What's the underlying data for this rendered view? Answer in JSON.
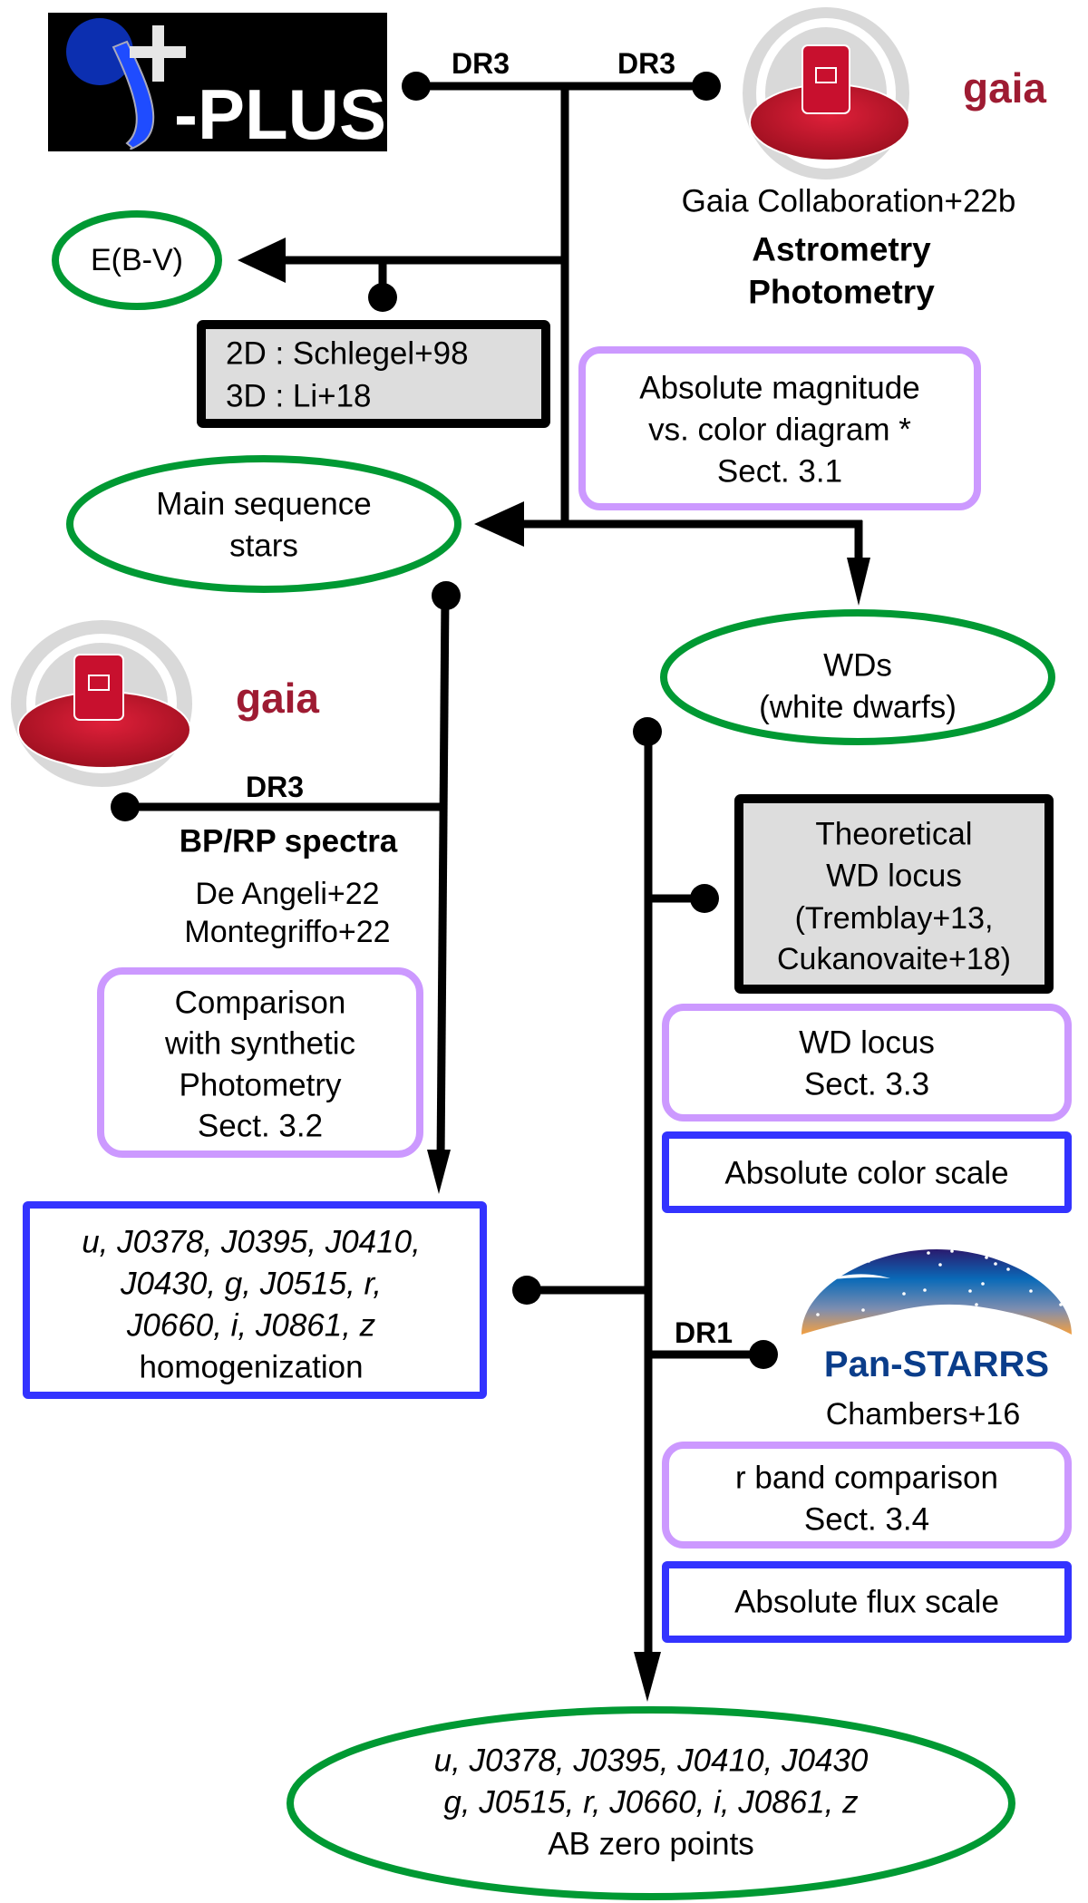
{
  "colors": {
    "result_ellipse": "#009933",
    "analysis_box": "#cc99ff",
    "calibration_box": "#3333ff",
    "external_data_box": "#dddddd",
    "gaia_red": "#9e1b32",
    "panstarrs_blue": "#0a3d8a"
  },
  "logos": {
    "splus": {
      "text": "-PLUS",
      "icon": "splus-logo"
    },
    "gaia_top": {
      "text": "gaia",
      "icon": "gaia-logo"
    },
    "gaia_left": {
      "text": "gaia",
      "icon": "gaia-logo"
    },
    "panstarrs": {
      "text": "Pan-STARRS",
      "icon": "panstarrs-logo"
    }
  },
  "labels": {
    "splus_dr": "DR3",
    "gaia_top_dr": "DR3",
    "gaia_left_dr": "DR3",
    "panstarrs_dr": "DR1",
    "gaia_top_ref": "Gaia Collaboration+22b",
    "gaia_top_products": [
      "Astrometry",
      "Photometry"
    ],
    "gaia_left_product": "BP/RP spectra",
    "gaia_left_refs": [
      "De Angeli+22",
      "Montegriffo+22"
    ],
    "panstarrs_ref": "Chambers+16"
  },
  "nodes": {
    "ebv": {
      "lines": [
        "E(B-V)"
      ],
      "type": "result"
    },
    "dustmaps": {
      "lines": [
        "2D : Schlegel+98",
        "3D : Li+18"
      ],
      "type": "external"
    },
    "abs_mag": {
      "lines": [
        "Absolute magnitude",
        "vs. color diagram *",
        "Sect. 3.1"
      ],
      "type": "analysis"
    },
    "main_sequence": {
      "lines": [
        "Main sequence",
        "stars"
      ],
      "type": "result"
    },
    "wds": {
      "lines": [
        "WDs",
        "(white dwarfs)"
      ],
      "type": "result"
    },
    "theoretical_wd": {
      "lines": [
        "Theoretical",
        "WD locus",
        "(Tremblay+13,",
        "Cukanovaite+18)"
      ],
      "type": "external"
    },
    "synthetic_comparison": {
      "lines": [
        "Comparison",
        "with synthetic",
        "Photometry",
        "Sect. 3.2"
      ],
      "type": "analysis"
    },
    "wd_locus": {
      "lines": [
        "WD locus",
        "Sect. 3.3"
      ],
      "type": "analysis"
    },
    "abs_color_scale": {
      "lines": [
        "Absolute color scale"
      ],
      "type": "calibration"
    },
    "homogenization": {
      "lines": [
        "u, J0378, J0395, J0410,",
        "J0430, g, J0515, r,",
        "J0660, i, J0861, z",
        "homogenization"
      ],
      "type": "calibration"
    },
    "r_band": {
      "lines": [
        "r band comparison",
        "Sect. 3.4"
      ],
      "type": "analysis"
    },
    "abs_flux_scale": {
      "lines": [
        "Absolute flux scale"
      ],
      "type": "calibration"
    },
    "ab_zero_points": {
      "lines": [
        "u, J0378, J0395, J0410, J0430",
        "g, J0515, r, J0660, i, J0861, z",
        "AB zero points"
      ],
      "type": "result"
    }
  }
}
